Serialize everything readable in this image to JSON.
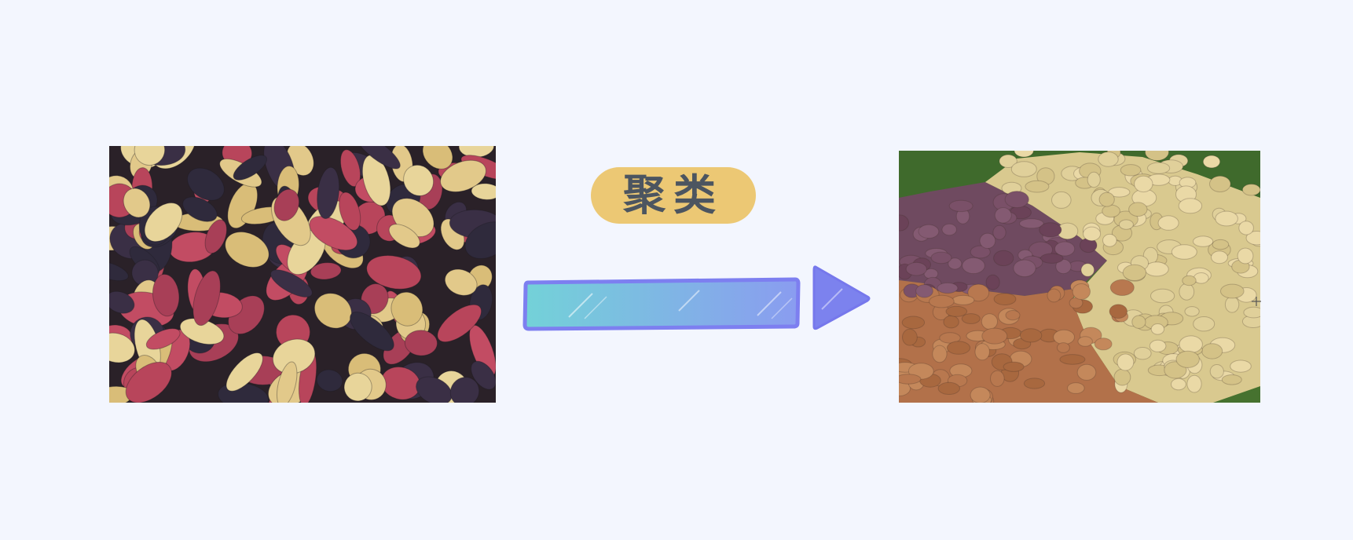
{
  "diagram": {
    "label": "聚类",
    "colors": {
      "background": "#f3f6fe",
      "label_pill": "#ecc874",
      "label_text": "#4c5560",
      "arrow_start": "#73d2d8",
      "arrow_end": "#8a9cf0",
      "arrow_outline": "#7d7ff0",
      "arrow_head": "#7c82ee"
    },
    "images": {
      "left": "mixed-potatoes-photo",
      "right": "clustered-potatoes-photo"
    }
  }
}
